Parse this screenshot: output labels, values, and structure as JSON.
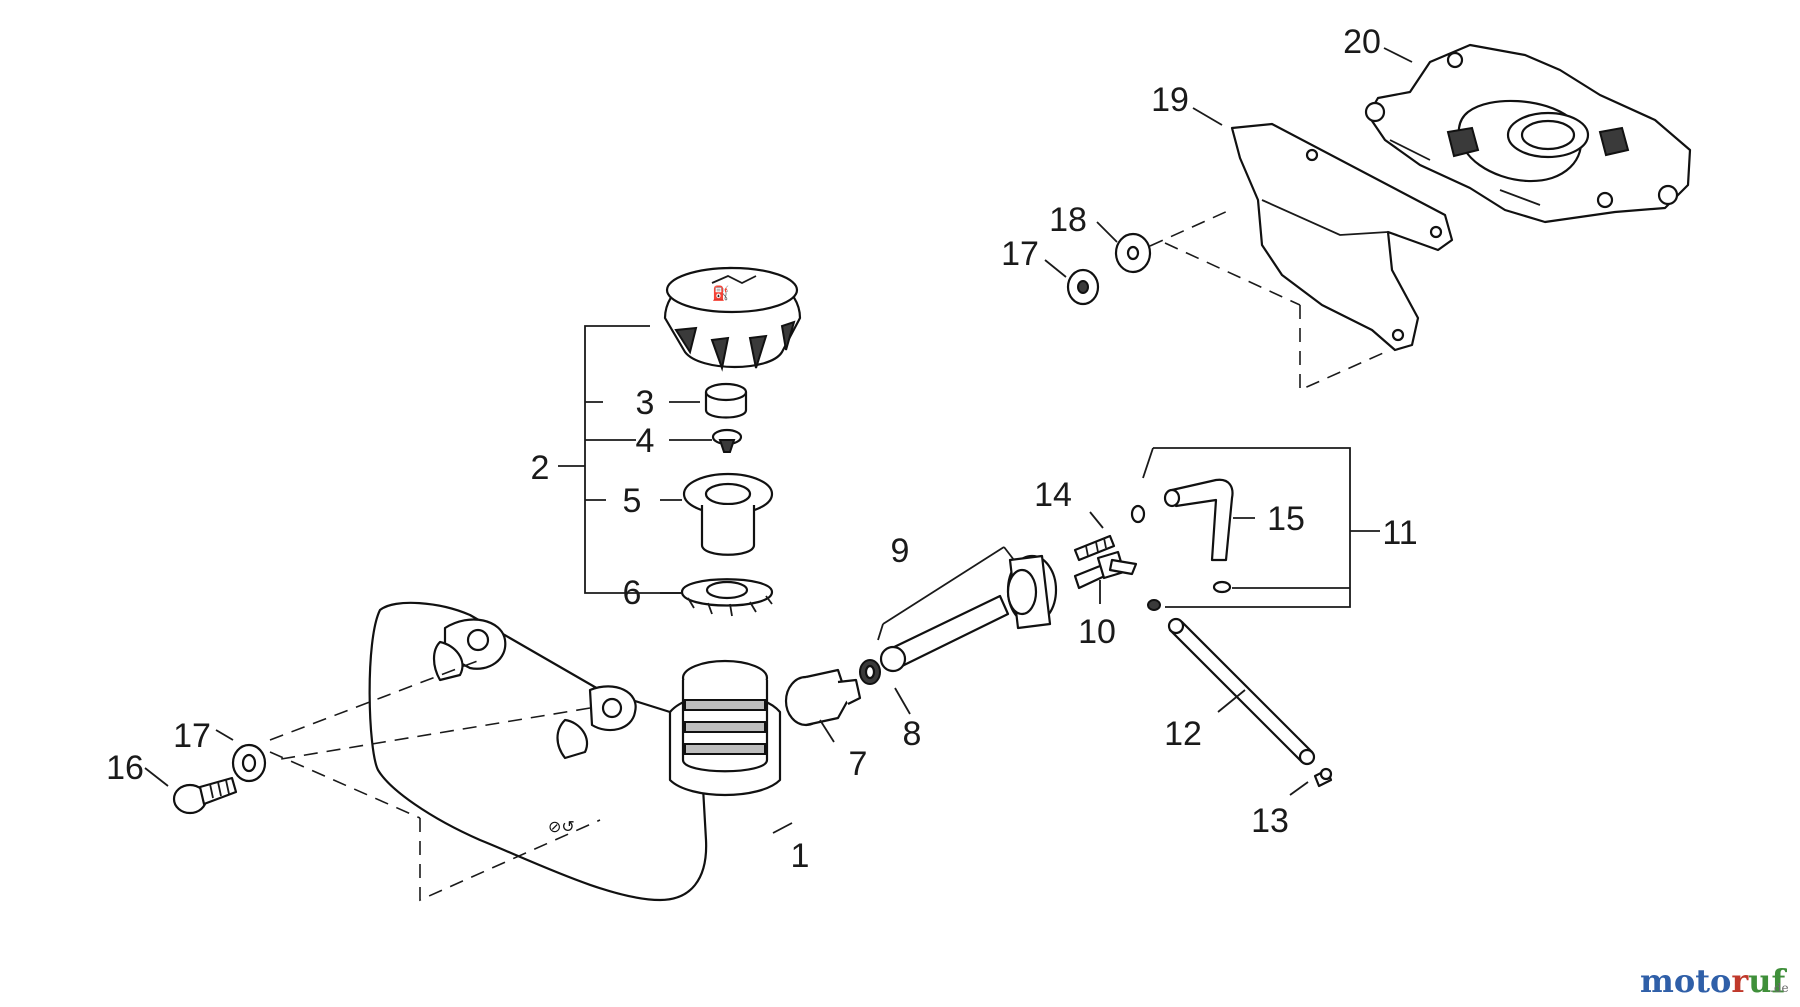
{
  "diagram": {
    "labels": {
      "n1": "1",
      "n2": "2",
      "n3": "3",
      "n4": "4",
      "n5": "5",
      "n6": "6",
      "n7": "7",
      "n8": "8",
      "n9": "9",
      "n10": "10",
      "n11": "11",
      "n12": "12",
      "n13": "13",
      "n14": "14",
      "n15": "15",
      "n16": "16",
      "n17a": "17",
      "n17b": "17",
      "n18": "18",
      "n19": "19",
      "n20": "20"
    }
  },
  "watermark": {
    "brand_moto": "moto",
    "brand_r": "r",
    "brand_uf": "uf",
    "domain": ".de",
    "colors": {
      "moto": "#2f5fa8",
      "r": "#c0392b",
      "uf": "#3f8f3a"
    }
  }
}
